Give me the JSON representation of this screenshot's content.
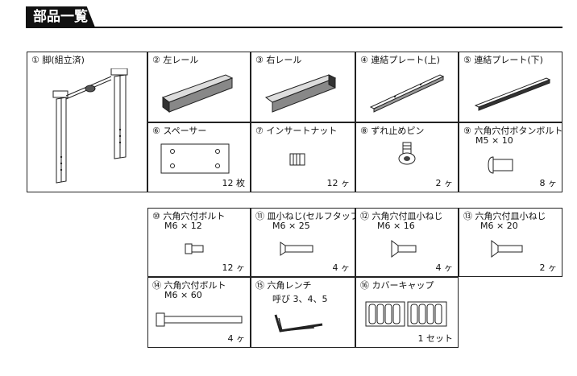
{
  "header": {
    "title": "部品一覧"
  },
  "parts": {
    "p1": {
      "label": "① 脚(組立済)"
    },
    "p2": {
      "label": "② 左レール"
    },
    "p3": {
      "label": "③ 右レール"
    },
    "p4": {
      "label": "④ 連結プレート(上)"
    },
    "p5": {
      "label": "⑤ 連結プレート(下)"
    },
    "p6": {
      "label": "⑥ スペーサー",
      "qty": "12 枚"
    },
    "p7": {
      "label": "⑦ インサートナット",
      "qty": "12 ヶ"
    },
    "p8": {
      "label": "⑧ ずれ止めピン",
      "qty": "2 ヶ"
    },
    "p9": {
      "label": "⑨ 六角穴付ボタンボルト",
      "size": "M5 × 10",
      "qty": "8 ヶ"
    },
    "p10": {
      "label": "⑩ 六角穴付ボルト",
      "size": "M6 × 12",
      "qty": "12 ヶ"
    },
    "p11": {
      "label": "⑪ 皿小ねじ(セルフタップ)",
      "size": "M6 × 25",
      "qty": "4 ヶ"
    },
    "p12": {
      "label": "⑫ 六角穴付皿小ねじ",
      "size": "M6 × 16",
      "qty": "4 ヶ"
    },
    "p13": {
      "label": "⑬ 六角穴付皿小ねじ",
      "size": "M6 × 20",
      "qty": "2 ヶ"
    },
    "p14": {
      "label": "⑭ 六角穴付ボルト",
      "size": "M6 × 60",
      "qty": "4 ヶ"
    },
    "p15": {
      "label": "⑮ 六角レンチ",
      "size": "呼び 3、4、5"
    },
    "p16": {
      "label": "⑯ カバーキャップ",
      "qty": "1 セット"
    }
  }
}
